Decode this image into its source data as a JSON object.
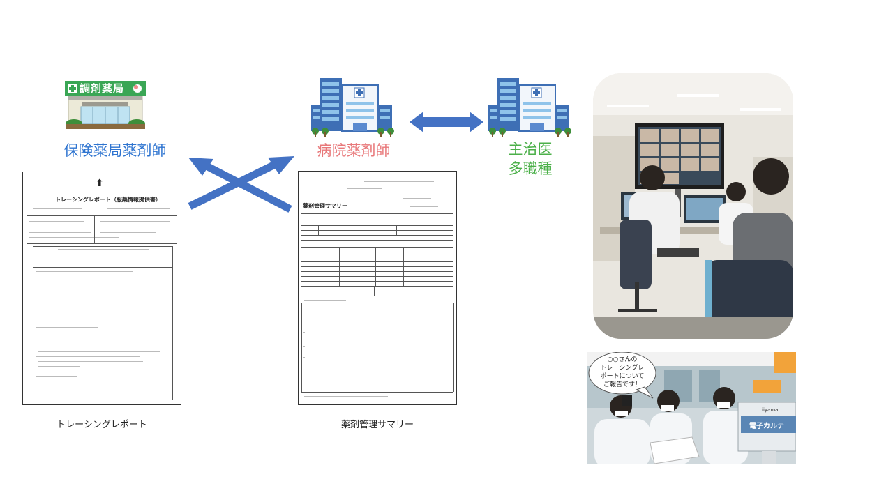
{
  "roles": {
    "pharmacy": "保険薬局薬剤師",
    "hospital": "病院薬剤師",
    "doctor_line1": "主治医",
    "doctor_line2": "多職種"
  },
  "pharmacy_sign": "調剤薬局",
  "documents": {
    "tracing": {
      "caption": "トレーシングレポート",
      "title": "トレーシングレポート（服薬情報提供書）"
    },
    "summary": {
      "caption": "薬剤管理サマリー",
      "title": "薬剤管理サマリー"
    }
  },
  "photos": {
    "staff_bubble_lines": [
      "○○さんの",
      "トレーシングレ",
      "ポートについて",
      "ご報告です！"
    ],
    "monitor_label": "電子カルテ",
    "monitor_brand": "iiyama"
  },
  "colors": {
    "arrow_blue": "#4472C4",
    "pharmacy_label": "#2E74D0",
    "hospital_label": "#E8787A",
    "doctor_label": "#4CB04A",
    "sign_green": "#3AA655"
  },
  "icons": [
    "pharmacy-building-icon",
    "hospital-building-icon",
    "cross-arrows-icon",
    "double-arrow-icon"
  ]
}
